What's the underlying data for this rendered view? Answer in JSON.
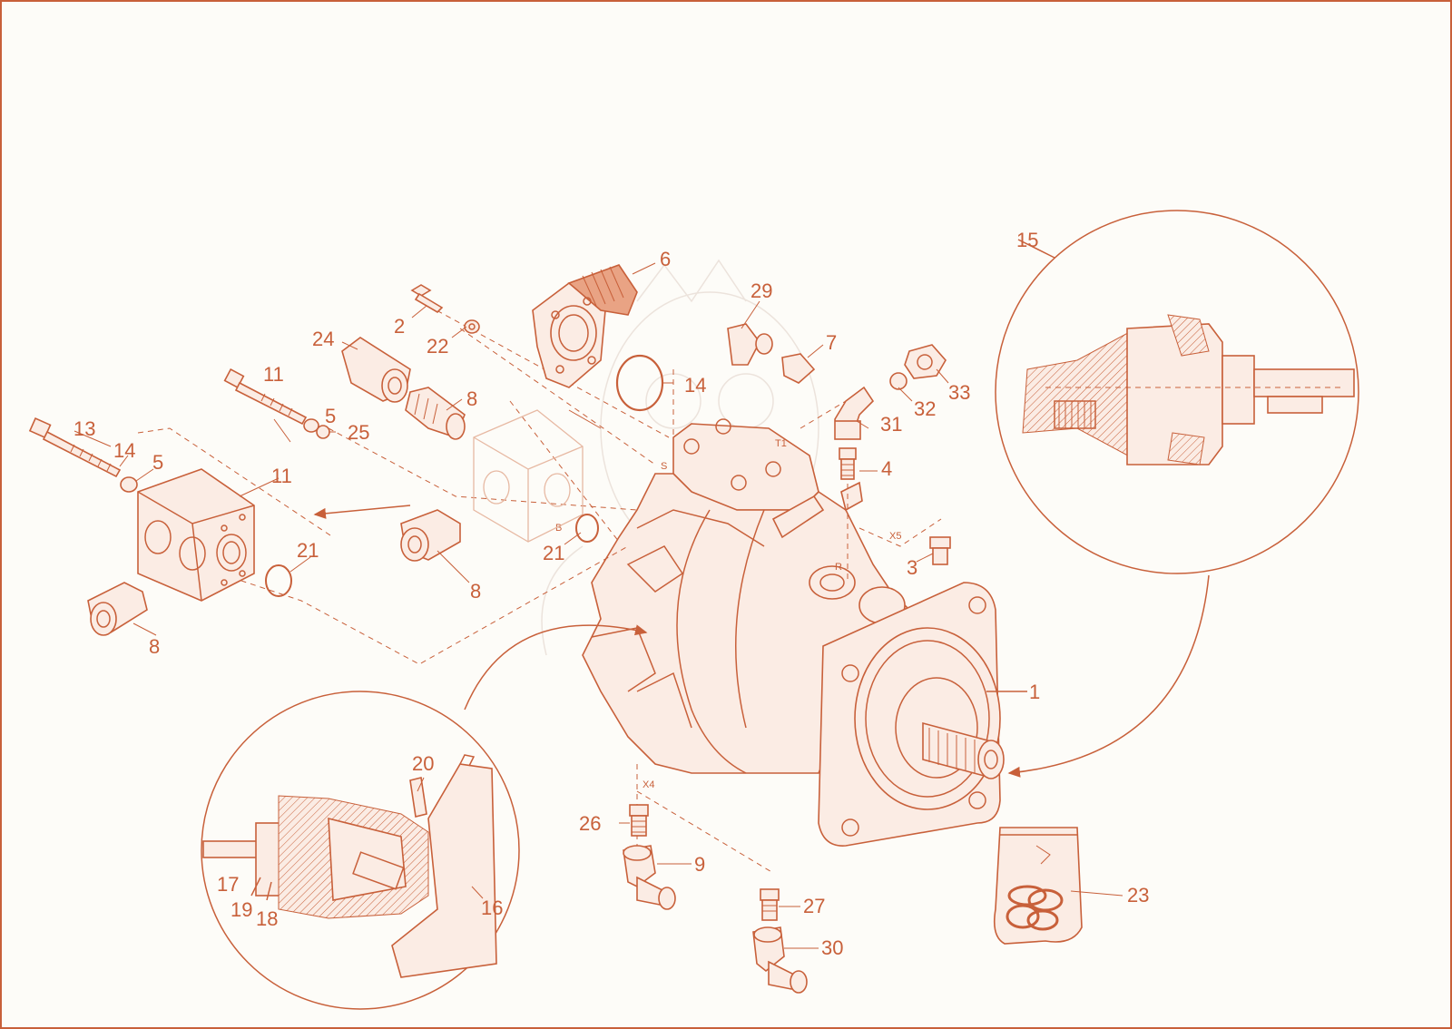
{
  "theme": {
    "line_color": "#c8603a",
    "fill_color": "#fbece4",
    "background": "#fdfcf8"
  },
  "part_labels": [
    {
      "id": "1",
      "text": "1"
    },
    {
      "id": "2",
      "text": "2"
    },
    {
      "id": "3",
      "text": "3"
    },
    {
      "id": "4",
      "text": "4"
    },
    {
      "id": "5a",
      "text": "5"
    },
    {
      "id": "5b",
      "text": "5"
    },
    {
      "id": "6",
      "text": "6"
    },
    {
      "id": "7",
      "text": "7"
    },
    {
      "id": "8a",
      "text": "8"
    },
    {
      "id": "8b",
      "text": "8"
    },
    {
      "id": "8c",
      "text": "8"
    },
    {
      "id": "9",
      "text": "9"
    },
    {
      "id": "11a",
      "text": "11"
    },
    {
      "id": "11b",
      "text": "11"
    },
    {
      "id": "13",
      "text": "13"
    },
    {
      "id": "14a",
      "text": "14"
    },
    {
      "id": "14b",
      "text": "14"
    },
    {
      "id": "15",
      "text": "15"
    },
    {
      "id": "16",
      "text": "16"
    },
    {
      "id": "17",
      "text": "17"
    },
    {
      "id": "18",
      "text": "18"
    },
    {
      "id": "19",
      "text": "19"
    },
    {
      "id": "20",
      "text": "20"
    },
    {
      "id": "21a",
      "text": "21"
    },
    {
      "id": "21b",
      "text": "21"
    },
    {
      "id": "22",
      "text": "22"
    },
    {
      "id": "23",
      "text": "23"
    },
    {
      "id": "24",
      "text": "24"
    },
    {
      "id": "25",
      "text": "25"
    },
    {
      "id": "26",
      "text": "26"
    },
    {
      "id": "27",
      "text": "27"
    },
    {
      "id": "29",
      "text": "29"
    },
    {
      "id": "30",
      "text": "30"
    },
    {
      "id": "31",
      "text": "31"
    },
    {
      "id": "32",
      "text": "32"
    },
    {
      "id": "33",
      "text": "33"
    }
  ],
  "port_labels": {
    "T1": "T1",
    "S": "S",
    "X5": "X5",
    "R": "R",
    "B": "B",
    "X4": "X4"
  }
}
